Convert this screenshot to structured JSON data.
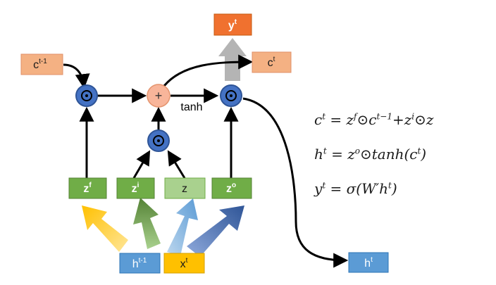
{
  "colors": {
    "accent_orange": "#F0712F",
    "accent_salmon": "#F4B183",
    "box_green": "#70AD47",
    "box_green_light": "#A9D18E",
    "box_blue": "#5B9BD5",
    "box_yellow": "#FFC000",
    "circle_blue": "#4472C4",
    "plus_pink": "#F8B59A",
    "arrow_gray": "#B4B4B4"
  },
  "nodes": {
    "y_out": {
      "base": "y",
      "sup": "t"
    },
    "c_prev": {
      "base": "c",
      "sup": "t-1"
    },
    "c_out": {
      "base": "c",
      "sup": "t"
    },
    "z_f": {
      "base": "z",
      "sup": "f"
    },
    "z_i": {
      "base": "z",
      "sup": "i"
    },
    "z": {
      "base": "z",
      "sup": ""
    },
    "z_o": {
      "base": "z",
      "sup": "o"
    },
    "h_prev": {
      "base": "h",
      "sup": "t-1"
    },
    "x_in": {
      "base": "x",
      "sup": "t"
    },
    "h_out": {
      "base": "h",
      "sup": "t"
    }
  },
  "ops": {
    "multiply_symbol": "⊙",
    "plus_symbol": "+",
    "tanh_label": "tanh"
  },
  "equations": {
    "eq1": "c^t = z^f ⊙ c^{t-1} + z^i ⊙ z",
    "eq1_parts": {
      "c": "c",
      "t": "t",
      "eq": " = z",
      "f": "f",
      "odot1": "⊙c",
      "tm1": "t−1",
      "plus": "+z",
      "i": "i",
      "odot2": "⊙z"
    },
    "eq2": "h^t = z^o ⊙ tanh(c^t)",
    "eq2_parts": {
      "h": "h",
      "t": "t",
      "eq": " = z",
      "o": "o",
      "rest": "⊙tanh(c",
      "t2": "t",
      "close": ")"
    },
    "eq3": "y^t = σ(W'h^t)",
    "eq3_parts": {
      "y": "y",
      "t": "t",
      "rest": " = σ(W′h",
      "t2": "t",
      "close": ")"
    }
  }
}
